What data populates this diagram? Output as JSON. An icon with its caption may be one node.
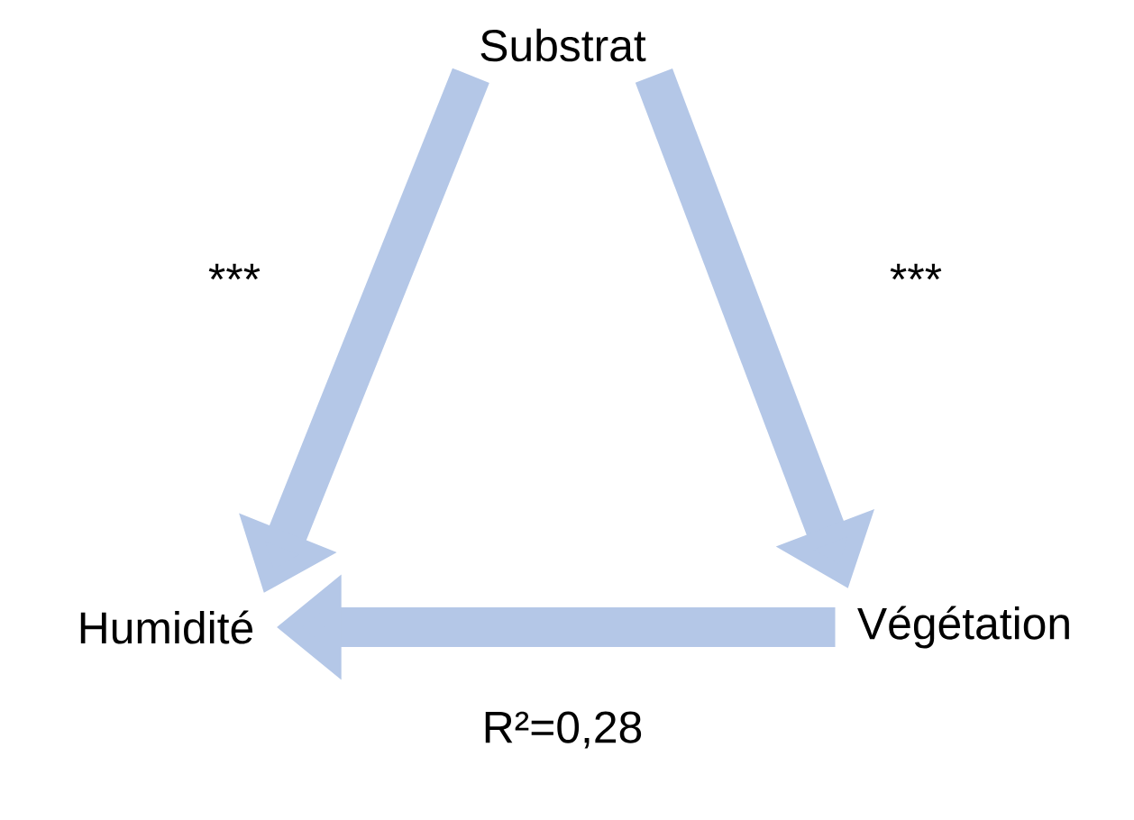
{
  "diagram": {
    "nodes": [
      {
        "text": [
          "Substrat"
        ]
      },
      {
        "text": [
          "Humidité"
        ]
      },
      {
        "text": [
          "Végétation"
        ]
      }
    ],
    "edges": [
      {
        "from": 0,
        "to": 1,
        "arrow": "to",
        "label": "***"
      },
      {
        "from": 0,
        "to": 2,
        "arrow": "to",
        "label": "***"
      },
      {
        "from": 2,
        "to": 1,
        "arrow": "to",
        "label": "R²=0,28"
      }
    ]
  }
}
